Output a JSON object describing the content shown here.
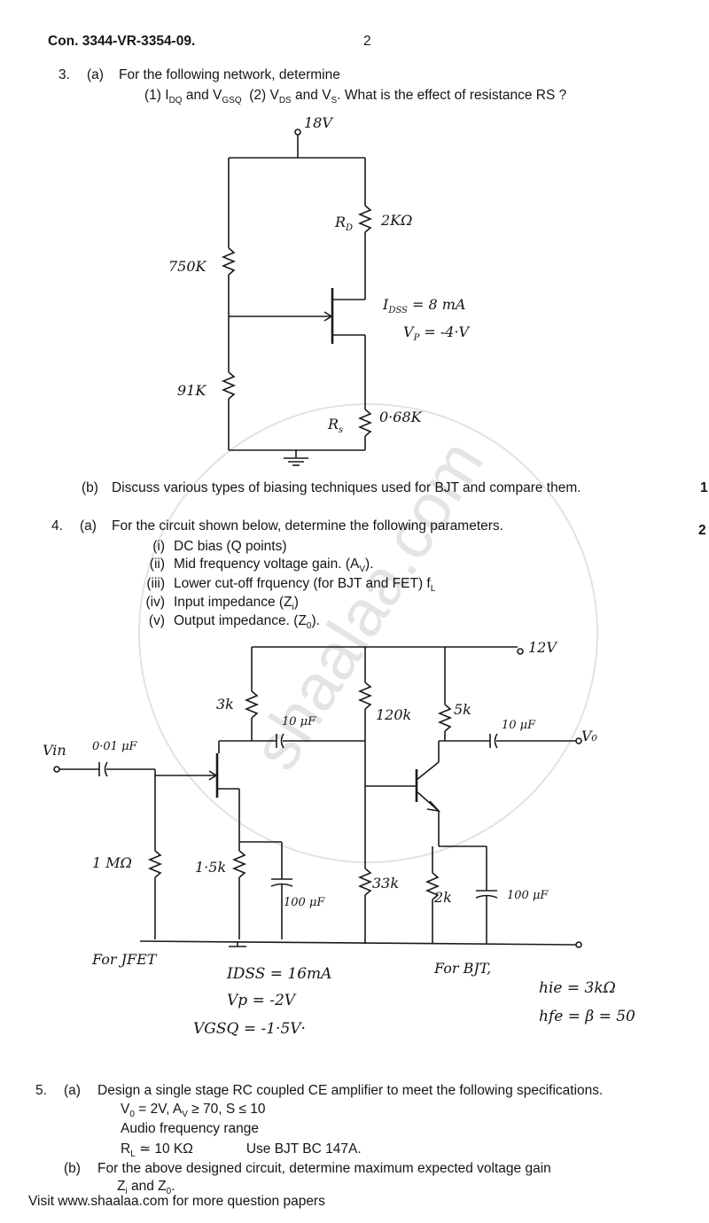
{
  "header": {
    "code": "Con. 3344-VR-3354-09.",
    "page_no": "2"
  },
  "q3": {
    "num": "3.",
    "part_a": "(a)",
    "intro": "For the following network, determine",
    "sub1": "(1) I",
    "sub1_s": "DQ",
    "sub1_b": " and V",
    "sub1_s2": "GSQ",
    "sub2": "(2) V",
    "sub2_s": "DS",
    "sub2_b": " and V",
    "sub2_s2": "S",
    "sub2_tail": ". What is the effect of resistance RS ?",
    "part_b": "(b)",
    "b_text": "Discuss various types of biasing techniques used for BJT and compare them.",
    "b_marks": "1",
    "circuit": {
      "supply": "18V",
      "rd": "R",
      "rd_sub": "D",
      "rd_val": "2KΩ",
      "r1": "750K",
      "r2": "91K",
      "rs": "R",
      "rs_sub": "s",
      "rs_val": "0·68K",
      "idss": "I",
      "idss_sub": "DSS",
      "idss_val": "= 8 mA",
      "vp": "V",
      "vp_sub": "P",
      "vp_val": "= -4·V"
    }
  },
  "q4": {
    "num": "4.",
    "part_a": "(a)",
    "intro": "For the circuit shown below, determine the following parameters.",
    "marks": "2",
    "items": [
      {
        "n": "(i)",
        "t": "DC bias (Q points)"
      },
      {
        "n": "(ii)",
        "t": "Mid frequency voltage gain. (A",
        "s": "V",
        "e": ")."
      },
      {
        "n": "(iii)",
        "t": "Lower cut-off frquency (for BJT and FET) f",
        "s": "L",
        "e": ""
      },
      {
        "n": "(iv)",
        "t": "Input impedance (Z",
        "s": "i",
        "e": ")"
      },
      {
        "n": "(v)",
        "t": "Output impedance. (Z",
        "s": "0",
        "e": ")."
      }
    ],
    "circuit": {
      "supply": "12V",
      "vin": "Vin",
      "c_in": "0·01 μF",
      "r_3k": "3k",
      "c_10a": "10 μF",
      "r_120k": "120k",
      "r_5k": "5k",
      "c_10b": "10 μF",
      "vo": "V₀",
      "r_1m": "1 MΩ",
      "r_1_5k": "1·5k",
      "c_100a": "100 μF",
      "r_33k": "33k",
      "r_2k": "2k",
      "c_100b": "100 μF",
      "jfet_label": "For JFET",
      "jfet_idss": "IDSS = 16mA",
      "jfet_vp": "Vp = -2V",
      "jfet_vgsq": "VGSQ = -1·5V·",
      "bjt_label": "For BJT,",
      "bjt_hie": "hie = 3kΩ",
      "bjt_hfe": "hfe = β = 50"
    }
  },
  "q5": {
    "num": "5.",
    "part_a": "(a)",
    "a_text": "Design a single stage RC coupled CE amplifier to meet the following specifications.",
    "spec1": "V",
    "spec1_s": "0",
    "spec1_b": " = 2V,  A",
    "spec1_s2": "V",
    "spec1_c": " ≥  70,  S ≤ 10",
    "spec2": "Audio frequency range",
    "spec3": "R",
    "spec3_s": "L",
    "spec3_b": "  ≃ 10 KΩ",
    "spec3_c": "Use BJT BC 147A.",
    "part_b": "(b)",
    "b_text": "For the above designed circuit, determine maximum expected voltage gain",
    "b_text2": "Z",
    "b_text2_s": "i",
    "b_text2_b": " and Z",
    "b_text2_s2": "0",
    "b_text2_c": "."
  },
  "footer": {
    "text": "Visit www.shaalaa.com for more question papers"
  },
  "watermark": "shaalaa.com"
}
